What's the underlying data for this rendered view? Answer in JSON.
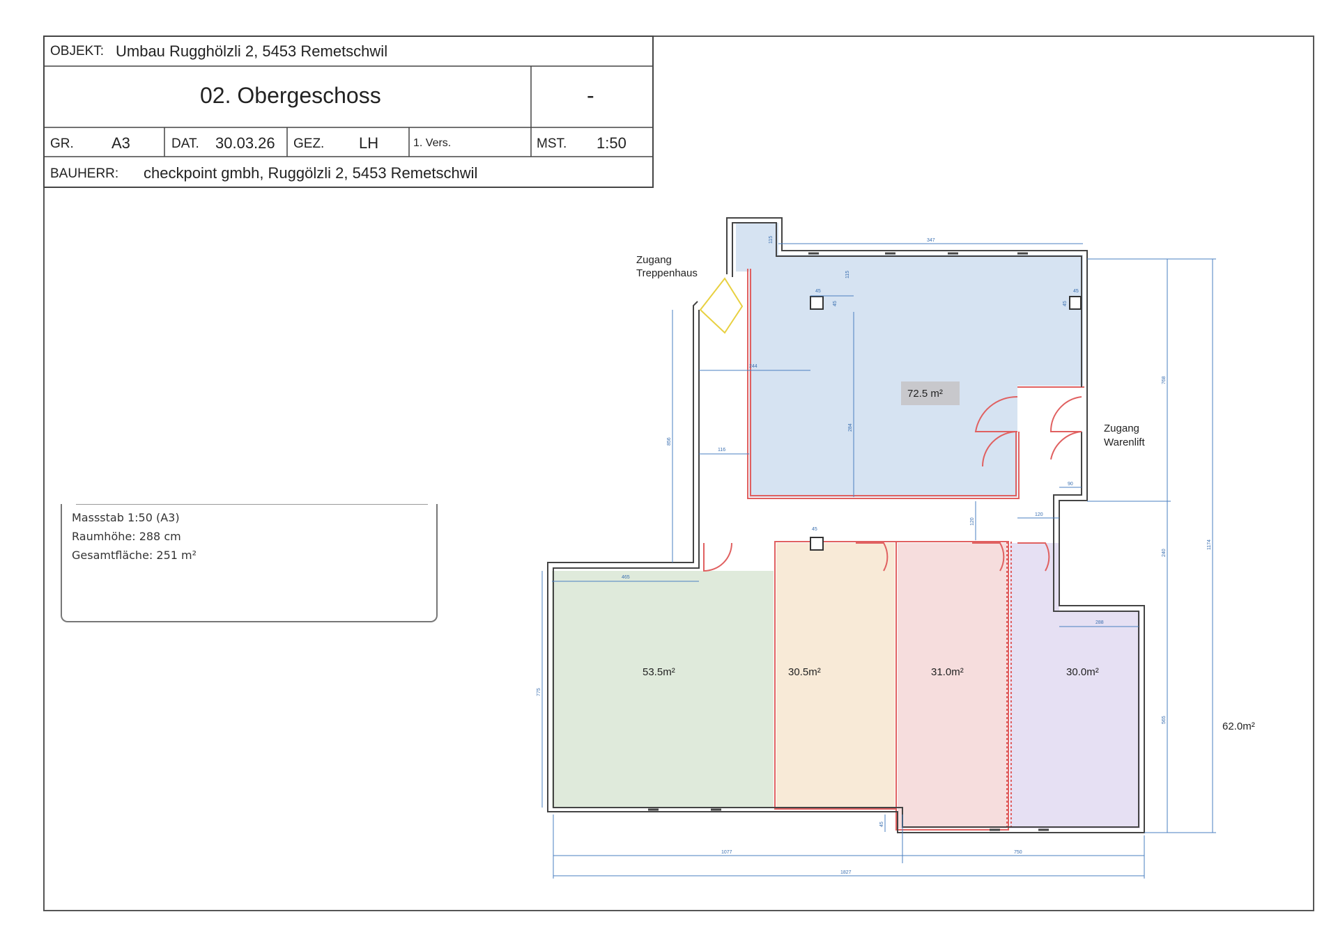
{
  "titleblock": {
    "objekt_label": "OBJEKT:",
    "objekt_value": "Umbau Rugghölzli 2, 5453 Remetschwil",
    "title": "02. Obergeschoss",
    "revision": "-",
    "gr_label": "GR.",
    "gr_value": "A3",
    "dat_label": "DAT.",
    "dat_value": "30.03.26",
    "gez_label": "GEZ.",
    "gez_value": "LH",
    "version": "1. Vers.",
    "mst_label": "MST.",
    "mst_value": "1:50",
    "bauherr_label": "BAUHERR:",
    "bauherr_value": "checkpoint gmbh, Ruggölzli 2, 5453 Remetschwil"
  },
  "info": {
    "line1": "Massstab 1:50  (A3)",
    "line2": "Raumhöhe: 288 cm",
    "line3": "Gesamtfläche: 251 m²"
  },
  "plan": {
    "rooms": [
      {
        "id": "main",
        "area": "72.5 m²",
        "color": "#d6e3f2"
      },
      {
        "id": "green",
        "area": "53.5m²",
        "color": "#dfeadb"
      },
      {
        "id": "orange",
        "area": "30.5m²",
        "color": "#f8ead7"
      },
      {
        "id": "red",
        "area": "31.0m²",
        "color": "#f6dddd"
      },
      {
        "id": "purple",
        "area": "30.0m²",
        "color": "#e6e0f3"
      }
    ],
    "total_right": "62.0m²",
    "labels": {
      "stair_access_1": "Zugang",
      "stair_access_2": "Treppenhaus",
      "lift_access_1": "Zugang",
      "lift_access_2": "Warenlift"
    },
    "dimensions": {
      "top_width": "347",
      "top_left_small": "115",
      "col_offset": "115",
      "pillar_a": "45",
      "pillar_b": "45",
      "pillar_c": "45",
      "pillar_d": "45",
      "inner_width": "244",
      "inner_height": "284",
      "left_height": "856",
      "corridor": "116",
      "door_a": "90",
      "door_b": "120",
      "door_c": "120",
      "right_h1": "768",
      "right_h2": "240",
      "right_h3": "565",
      "right_total": "1174",
      "green_width": "465",
      "green_height": "775",
      "purple_width": "288",
      "step_small": "45",
      "bottom_left": "1077",
      "bottom_right": "750",
      "bottom_total": "1827",
      "pillar_e": "45"
    }
  }
}
